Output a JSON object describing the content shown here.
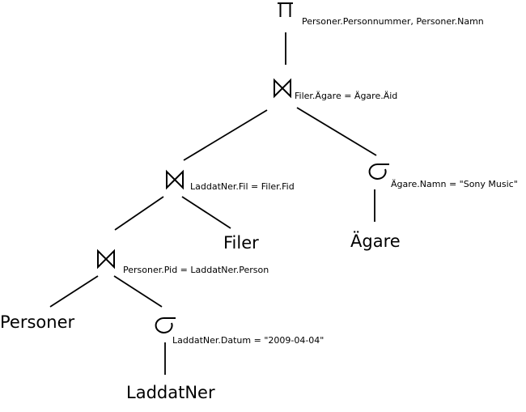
{
  "projection": {
    "symbol": "π",
    "attributes": "Personer.Personnummer, Personer.Namn"
  },
  "joins": [
    {
      "condition": "Filer.Ägare = Ägare.Äid"
    },
    {
      "condition": "LaddatNer.Fil = Filer.Fid"
    },
    {
      "condition": "Personer.Pid = LaddatNer.Person"
    }
  ],
  "selections": [
    {
      "condition": "Ägare.Namn = \"Sony Music\""
    },
    {
      "condition": "LaddatNer.Datum = \"2009-04-04\""
    }
  ],
  "relations": {
    "filer": "Filer",
    "agare": "Ägare",
    "personer": "Personer",
    "laddatner": "LaddatNer"
  }
}
